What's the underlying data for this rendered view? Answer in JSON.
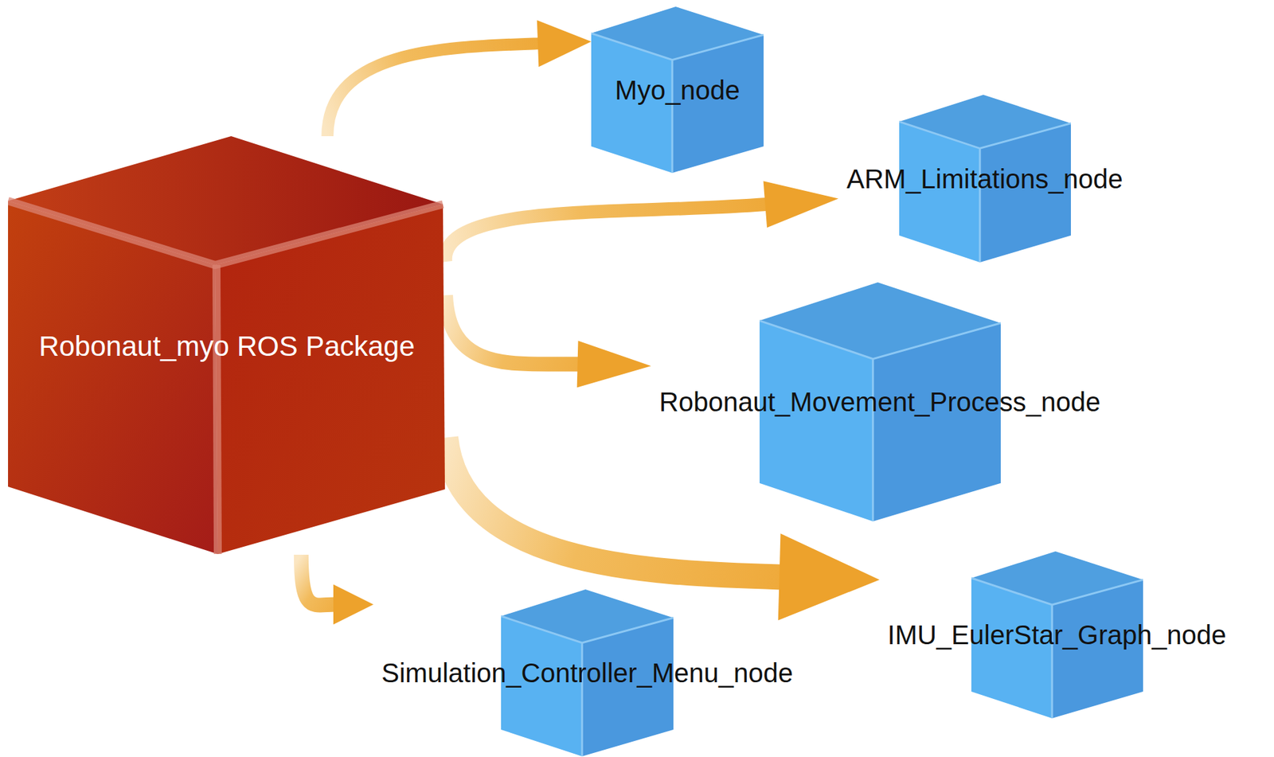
{
  "diagram": {
    "nodes": [
      {
        "text": [
          "Robonaut_myo ROS Package"
        ]
      },
      {
        "text": [
          "Myo_node"
        ]
      },
      {
        "text": [
          "ARM_Limitations_node"
        ]
      },
      {
        "text": [
          "Robonaut_Movement_Process_node"
        ]
      },
      {
        "text": [
          "IMU_EulerStar_Graph_node"
        ]
      },
      {
        "text": [
          "Simulation_Controller_Menu_node"
        ]
      }
    ],
    "edges": [
      {
        "from": 0,
        "to": 1,
        "arrow": "to"
      },
      {
        "from": 0,
        "to": 2,
        "arrow": "to"
      },
      {
        "from": 0,
        "to": 3,
        "arrow": "to"
      },
      {
        "from": 0,
        "to": 4,
        "arrow": "to"
      },
      {
        "from": 0,
        "to": 5,
        "arrow": "to"
      }
    ]
  }
}
